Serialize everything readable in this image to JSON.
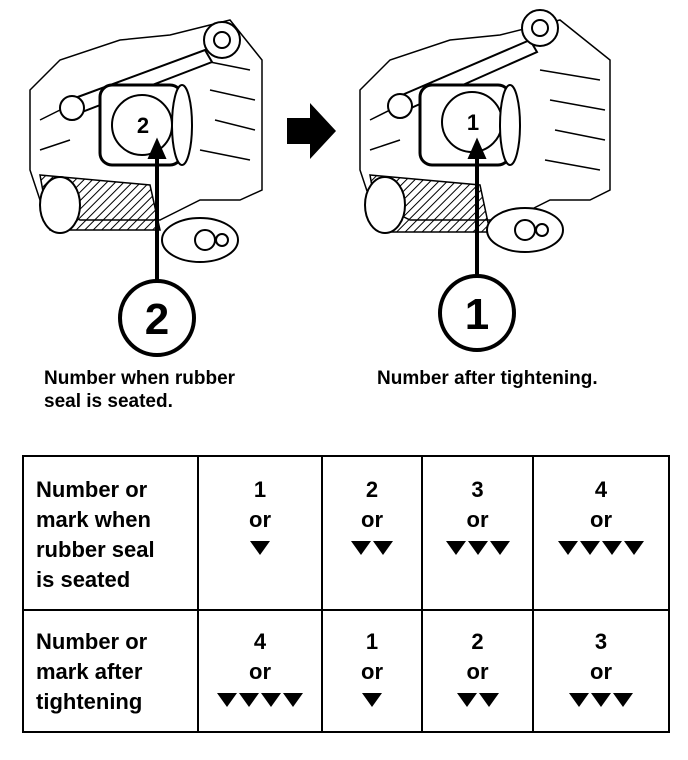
{
  "callouts": {
    "left_number": "2",
    "right_number": "1",
    "left_caption": "Number when rubber\nseal is seated.",
    "right_caption": "Number after tightening."
  },
  "illustrations": {
    "left_filter_face_number": "2",
    "right_filter_face_number": "1"
  },
  "table": {
    "row_headers": [
      "Number or\nmark when\nrubber seal\nis seated",
      "Number or\nmark after\ntightening"
    ],
    "or_word": "or",
    "seated": [
      {
        "number": "1",
        "marks": 1
      },
      {
        "number": "2",
        "marks": 2
      },
      {
        "number": "3",
        "marks": 3
      },
      {
        "number": "4",
        "marks": 4
      }
    ],
    "after": [
      {
        "number": "4",
        "marks": 4
      },
      {
        "number": "1",
        "marks": 1
      },
      {
        "number": "2",
        "marks": 2
      },
      {
        "number": "3",
        "marks": 3
      }
    ],
    "mark_icon": "down-triangle-icon"
  }
}
